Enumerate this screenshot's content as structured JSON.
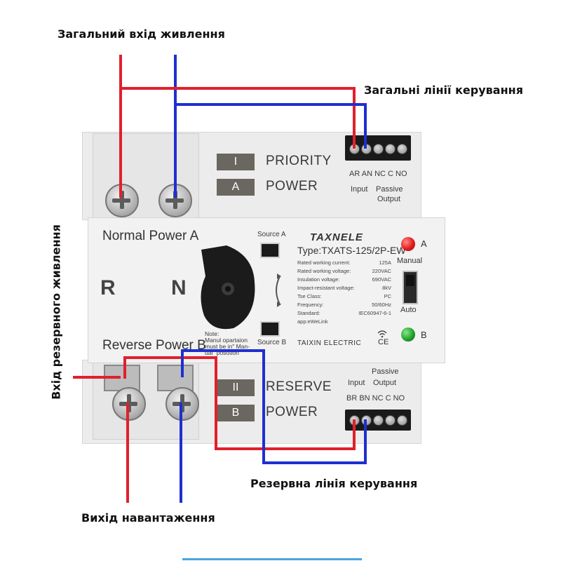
{
  "annotations": {
    "main_input": "Загальний вхід живлення",
    "main_control": "Загальні лінії керування",
    "reserve_input": "Вхід резервного живлення",
    "reserve_control": "Резервна лінія керування",
    "load_output": "Вихід навантаження"
  },
  "device": {
    "brand": "TAXNELE",
    "type": "Type:TXATS-125/2P-EW",
    "specs": [
      {
        "label": "Rated working current:",
        "value": "125A"
      },
      {
        "label": "Rated working voltage:",
        "value": "220VAC"
      },
      {
        "label": "Insulation voltage:",
        "value": "690VAC"
      },
      {
        "label": "Impact-resistant voltage:",
        "value": "8kV"
      },
      {
        "label": "Tse Class:",
        "value": "PC"
      },
      {
        "label": "Frequency:",
        "value": "50/60Hz"
      },
      {
        "label": "Standard:",
        "value": "IEC60947-6-1"
      },
      {
        "label": "app:eWeLink",
        "value": ""
      }
    ],
    "maker": "TAIXIN ELECTRIC",
    "ce": "CE",
    "source_a": "Source A",
    "source_b": "Source B",
    "normal_power": "Normal Power A",
    "reverse_power": "Reverse Power B",
    "r": "R",
    "n": "N",
    "note": "Note:\nManul opartaion\nmust be in\" Man-\nual\" posotion",
    "manual": "Manual",
    "auto": "Auto",
    "led_a": "A",
    "led_b": "B",
    "top_block": {
      "box1": "I",
      "text1": "PRIORITY",
      "box2": "A",
      "text2": "POWER",
      "terms": "AR AN NC C NO",
      "input": "Input",
      "passive": "Passive",
      "output": "Output"
    },
    "bottom_block": {
      "box1": "II",
      "text1": "RESERVE",
      "box2": "B",
      "text2": "POWER",
      "terms": "BR BN NC C NO",
      "input": "Input",
      "passive": "Passive",
      "output": "Output"
    }
  },
  "colors": {
    "live": "#e0202c",
    "neutral": "#1f2fd0",
    "led_a": "#e31b1b",
    "led_b": "#1fa52b"
  }
}
